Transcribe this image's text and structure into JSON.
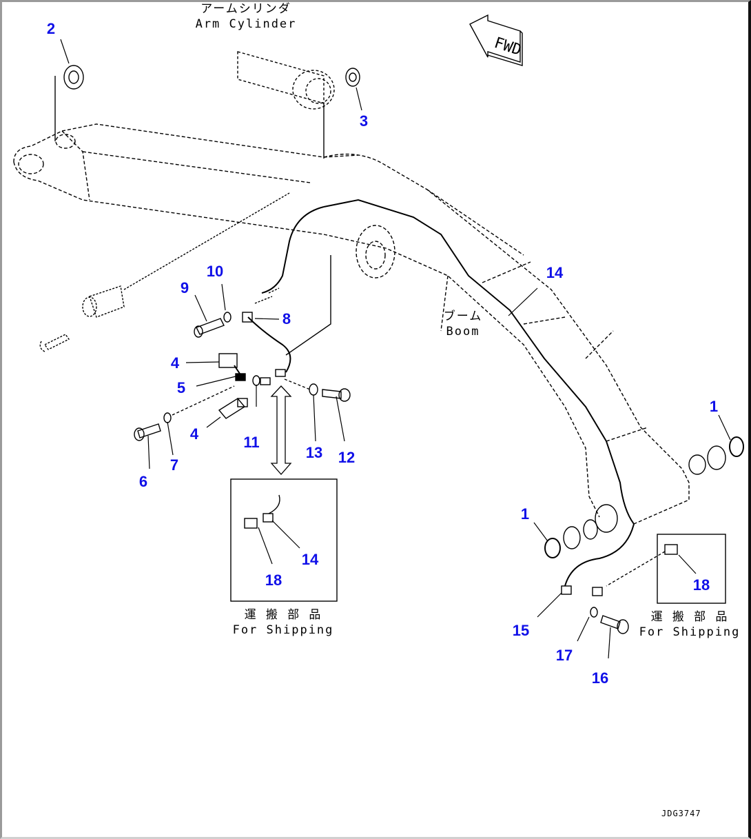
{
  "diagram": {
    "type": "parts-catalog-exploded-view",
    "subject": "Boom and Arm Cylinder wiring",
    "drawing_id": "JDG3747",
    "direction_indicator": "FWD",
    "label_color": "#1010e8"
  },
  "components": {
    "arm_cylinder": {
      "jp": "アームシリンダ",
      "en": "Arm Cylinder"
    },
    "boom": {
      "jp": "ブーム",
      "en": "Boom"
    }
  },
  "shipping_boxes": [
    {
      "jp": "運 搬 部 品",
      "en": "For Shipping",
      "parts": [
        "14",
        "18"
      ]
    },
    {
      "jp": "運 搬 部 品",
      "en": "For Shipping",
      "parts": [
        "18"
      ]
    }
  ],
  "callouts": [
    {
      "id": "c2",
      "number": "2"
    },
    {
      "id": "c3",
      "number": "3"
    },
    {
      "id": "c9",
      "number": "9"
    },
    {
      "id": "c10",
      "number": "10"
    },
    {
      "id": "c8",
      "number": "8"
    },
    {
      "id": "c4a",
      "number": "4"
    },
    {
      "id": "c5",
      "number": "5"
    },
    {
      "id": "c4b",
      "number": "4"
    },
    {
      "id": "c11",
      "number": "11"
    },
    {
      "id": "c13",
      "number": "13"
    },
    {
      "id": "c12",
      "number": "12"
    },
    {
      "id": "c6",
      "number": "6"
    },
    {
      "id": "c7",
      "number": "7"
    },
    {
      "id": "c14a",
      "number": "14"
    },
    {
      "id": "c14b",
      "number": "14"
    },
    {
      "id": "c18a",
      "number": "18"
    },
    {
      "id": "c18b",
      "number": "18"
    },
    {
      "id": "c1a",
      "number": "1"
    },
    {
      "id": "c1b",
      "number": "1"
    },
    {
      "id": "c15",
      "number": "15"
    },
    {
      "id": "c17",
      "number": "17"
    },
    {
      "id": "c16",
      "number": "16"
    }
  ]
}
